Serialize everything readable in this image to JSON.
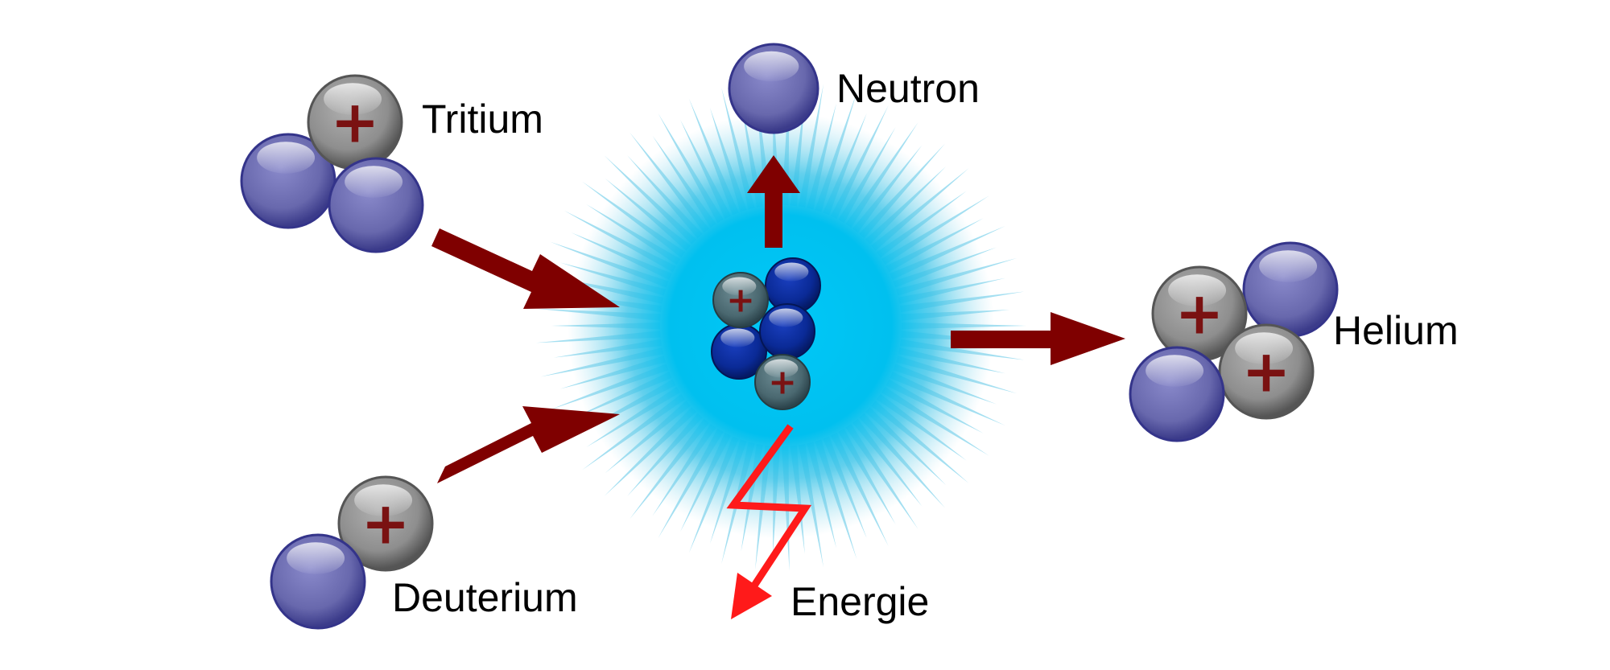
{
  "labels": {
    "tritium": "Tritium",
    "neutron": "Neutron",
    "helium": "Helium",
    "deuterium": "Deuterium",
    "energy": "Energie"
  },
  "particles": {
    "proton_symbol": "+"
  },
  "colors": {
    "background": "#ffffff",
    "neutron": "#6f6fb3",
    "neutron_dark": "#3d3d8f",
    "proton": "#9a9a9a",
    "proton_dark": "#5c5c5c",
    "plus_sign": "#7a1212",
    "core_neutron": "#0b2a9a",
    "core_proton": "#4c6e76",
    "arrow": "#7f0000",
    "energy_bolt": "#ff1a1a",
    "glow": "#00c6f4"
  }
}
